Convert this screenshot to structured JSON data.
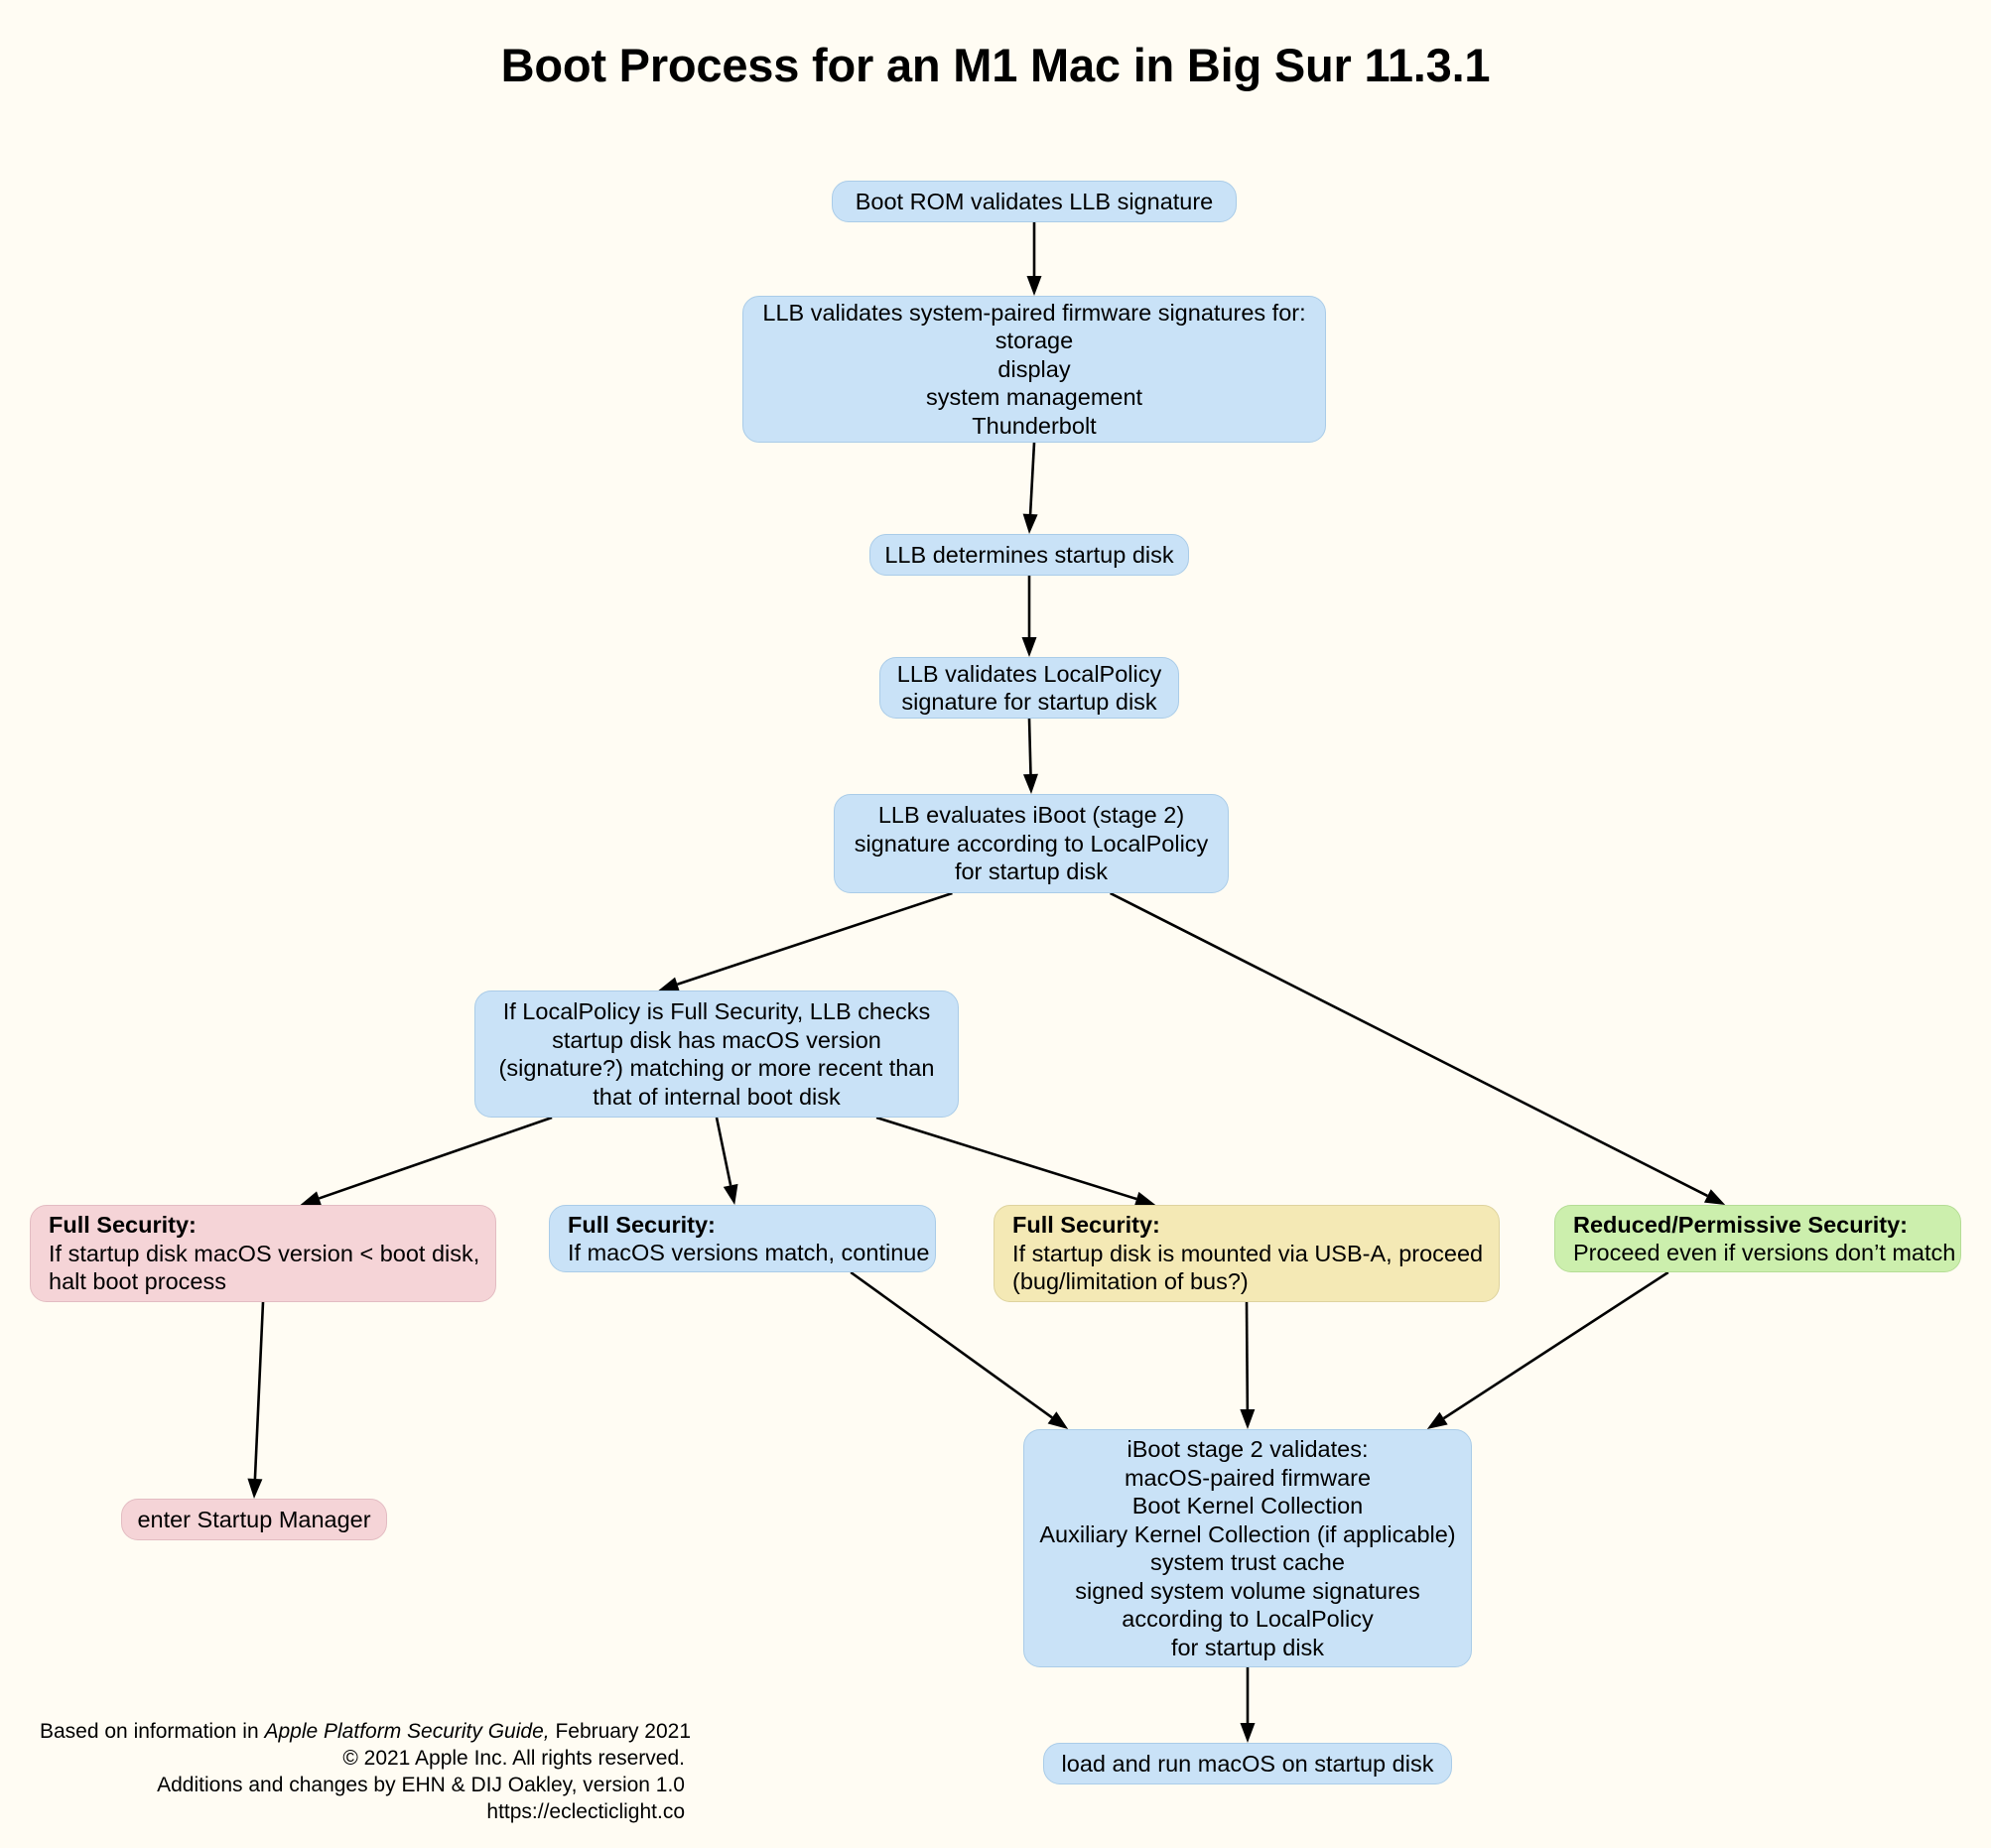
{
  "diagram": {
    "title": "Boot Process for an M1 Mac in Big Sur 11.3.1",
    "background_color": "#fffcf3",
    "palette": {
      "blue_fill": "#c9e2f7",
      "blue_border": "#aacce8",
      "pink_fill": "#f5d4d7",
      "pink_border": "#e3bcc2",
      "yellow_fill": "#f4e9b5",
      "yellow_border": "#ded39e",
      "green_fill": "#ccefad",
      "green_border": "#b5dd95",
      "edge_color": "#000000",
      "text_color": "#000000"
    },
    "nodes": {
      "boot_rom": {
        "lines": [
          "Boot ROM validates LLB signature"
        ],
        "color": "blue"
      },
      "llb_firmware": {
        "lines": [
          "LLB validates system-paired firmware signatures for:",
          "storage",
          "display",
          "system management",
          "Thunderbolt"
        ],
        "color": "blue"
      },
      "llb_startup_disk": {
        "lines": [
          "LLB determines startup disk"
        ],
        "color": "blue"
      },
      "llb_localpolicy": {
        "lines": [
          "LLB validates LocalPolicy",
          "signature for startup disk"
        ],
        "color": "blue"
      },
      "llb_iboot_eval": {
        "lines": [
          "LLB evaluates iBoot (stage 2)",
          "signature according to LocalPolicy",
          "for startup disk"
        ],
        "color": "blue"
      },
      "full_security_check": {
        "lines": [
          "If LocalPolicy is Full Security, LLB checks",
          "startup disk has macOS version",
          "(signature?) matching or more recent than",
          "that of internal boot disk"
        ],
        "color": "blue"
      },
      "halt_boot": {
        "lines": [
          "Full Security:",
          "If startup disk macOS version < boot disk,",
          "halt boot process"
        ],
        "bold_lines": [
          0
        ],
        "color": "pink"
      },
      "versions_match": {
        "lines": [
          "Full Security:",
          "If macOS versions match, continue"
        ],
        "bold_lines": [
          0
        ],
        "color": "blue"
      },
      "usb_a_proceed": {
        "lines": [
          "Full Security:",
          "If startup disk is mounted via USB-A, proceed",
          "(bug/limitation of bus?)"
        ],
        "bold_lines": [
          0
        ],
        "color": "yellow"
      },
      "reduced_permissive": {
        "lines": [
          "Reduced/Permissive Security:",
          "Proceed even if versions don’t match"
        ],
        "bold_lines": [
          0
        ],
        "color": "green"
      },
      "startup_manager": {
        "lines": [
          "enter Startup Manager"
        ],
        "color": "pink"
      },
      "iboot_stage2": {
        "lines": [
          "iBoot stage 2 validates:",
          "macOS-paired firmware",
          "Boot Kernel Collection",
          "Auxiliary Kernel Collection (if applicable)",
          "system trust cache",
          "signed system volume signatures",
          "according to LocalPolicy",
          "for startup disk"
        ],
        "color": "blue"
      },
      "load_macos": {
        "lines": [
          "load and run macOS on startup disk"
        ],
        "color": "blue"
      }
    },
    "edges": [
      {
        "from": "boot_rom",
        "to": "llb_firmware"
      },
      {
        "from": "llb_firmware",
        "to": "llb_startup_disk"
      },
      {
        "from": "llb_startup_disk",
        "to": "llb_localpolicy"
      },
      {
        "from": "llb_localpolicy",
        "to": "llb_iboot_eval"
      },
      {
        "from": "llb_iboot_eval",
        "to": "full_security_check"
      },
      {
        "from": "llb_iboot_eval",
        "to": "reduced_permissive"
      },
      {
        "from": "full_security_check",
        "to": "halt_boot"
      },
      {
        "from": "full_security_check",
        "to": "versions_match"
      },
      {
        "from": "full_security_check",
        "to": "usb_a_proceed"
      },
      {
        "from": "halt_boot",
        "to": "startup_manager"
      },
      {
        "from": "versions_match",
        "to": "iboot_stage2"
      },
      {
        "from": "usb_a_proceed",
        "to": "iboot_stage2"
      },
      {
        "from": "reduced_permissive",
        "to": "iboot_stage2"
      },
      {
        "from": "iboot_stage2",
        "to": "load_macos"
      }
    ]
  },
  "footer": {
    "lines": [
      {
        "prefix": "Based on information in ",
        "italic": "Apple Platform Security Guide,",
        "suffix": " February 2021"
      },
      {
        "prefix": "© 2021 Apple Inc. All rights reserved.",
        "italic": "",
        "suffix": ""
      },
      {
        "prefix": "Additions and changes by EHN & DIJ Oakley, version 1.0",
        "italic": "",
        "suffix": ""
      },
      {
        "prefix": "https://eclecticlight.co",
        "italic": "",
        "suffix": ""
      }
    ]
  }
}
